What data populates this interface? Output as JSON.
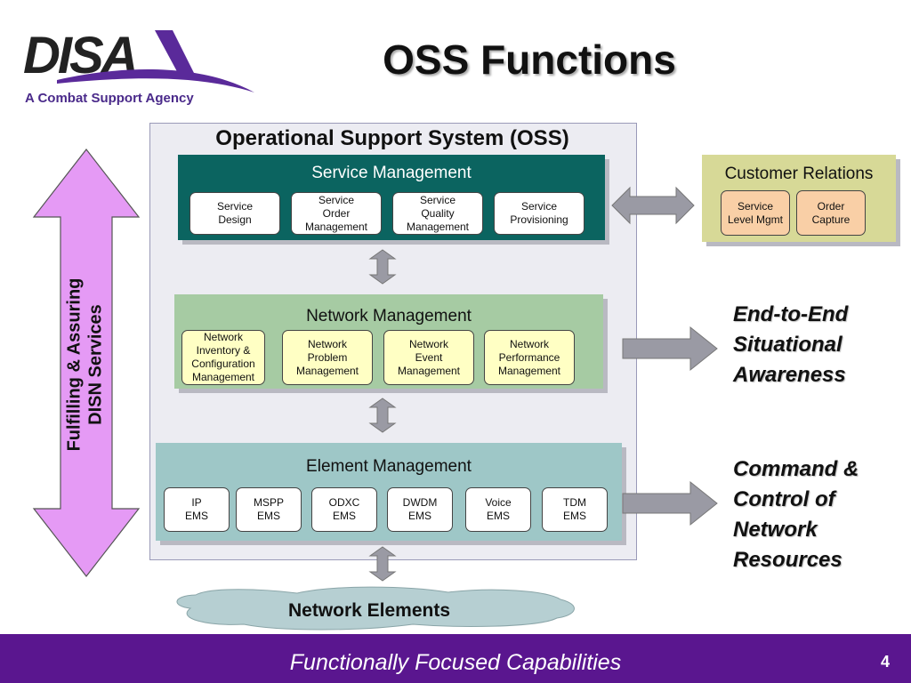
{
  "header": {
    "logo_text": "DISA",
    "tagline": "A Combat Support Agency",
    "title": "OSS Functions"
  },
  "oss": {
    "title": "Operational Support System (OSS)",
    "service_management": {
      "title": "Service Management",
      "items": [
        "Service\nDesign",
        "Service\nOrder\nManagement",
        "Service\nQuality\nManagement",
        "Service\nProvisioning"
      ]
    },
    "network_management": {
      "title": "Network Management",
      "items": [
        "Network\nInventory &\nConfiguration\nManagement",
        "Network\nProblem\nManagement",
        "Network\nEvent\nManagement",
        "Network\nPerformance\nManagement"
      ]
    },
    "element_management": {
      "title": "Element Management",
      "items": [
        "IP\nEMS",
        "MSPP\nEMS",
        "ODXC\nEMS",
        "DWDM\nEMS",
        "Voice\nEMS",
        "TDM\nEMS"
      ]
    }
  },
  "customer_relations": {
    "title": "Customer Relations",
    "items": [
      "Service\nLevel Mgmt",
      "Order\nCapture"
    ]
  },
  "side_label": "Fulfilling & Assuring\nDISN Services",
  "outcomes": {
    "end_to_end": "End-to-End\nSituational\nAwareness",
    "command_control": "Command &\nControl of\nNetwork\nResources"
  },
  "network_elements": "Network Elements",
  "footer": {
    "text": "Functionally Focused Capabilities",
    "page_number": "4"
  },
  "colors": {
    "footer": "#5a168f",
    "service_management": "#0b6460",
    "network_management": "#a6cba3",
    "element_management": "#9ec7c7",
    "customer_relations": "#d7d997",
    "side_arrow": "#e59af5"
  }
}
